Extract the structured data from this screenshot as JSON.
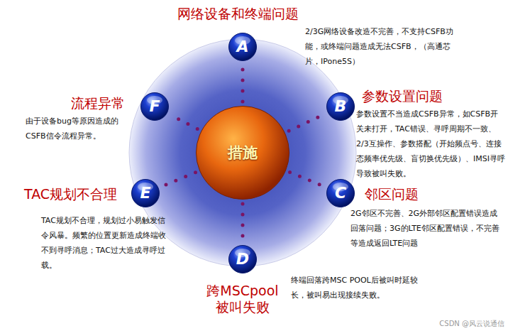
{
  "diagram": {
    "nodes": [
      {
        "text": [
          "措施"
        ]
      },
      {
        "text": [
          "A",
          "网络设备和终端问题",
          "2/3G网络设备改造不完善，不支持CSFB功能，或终端问题造成无法CSFB，（高通芯片，IPone5S）"
        ]
      },
      {
        "text": [
          "B",
          "参数设置问题",
          "参数设置不当造成CSFB异常，如CSFB开关未打开，TAC错误、寻呼周期不一致、2/3互操作、参数搭配（开始频点号、连接态频率优先级、盲切换优先级）、IMSI寻呼导致被叫失败。"
        ]
      },
      {
        "text": [
          "C",
          "邻区问题",
          "2G邻区不完善、2G外部邻区配置错误造成回落问题；3G的LTE邻区配置错误，不完善等造成返回LTE问题"
        ]
      },
      {
        "text": [
          "D",
          "跨MSCpool被叫失败",
          "终端回落跨MSC POOL后被叫时延较长，被叫易出现接续失败。"
        ]
      },
      {
        "text": [
          "E",
          "TAC规划不合理",
          "TAC规划不合理，规划过小易触发信令风暴。频繁的位置更新造成终端收不到寻呼消息；TAC过大造成寻呼过载。"
        ]
      },
      {
        "text": [
          "F",
          "流程异常",
          "由于设备bug等原因造成的CSFB信令流程异常。"
        ]
      }
    ],
    "edges": [
      {
        "from": 0,
        "to": 1,
        "arrow": "none"
      },
      {
        "from": 0,
        "to": 2,
        "arrow": "none"
      },
      {
        "from": 0,
        "to": 3,
        "arrow": "none"
      },
      {
        "from": 0,
        "to": 4,
        "arrow": "none"
      },
      {
        "from": 0,
        "to": 5,
        "arrow": "none"
      },
      {
        "from": 0,
        "to": 6,
        "arrow": "none"
      }
    ],
    "labels": [
      "CSDN @风云说通信"
    ]
  }
}
